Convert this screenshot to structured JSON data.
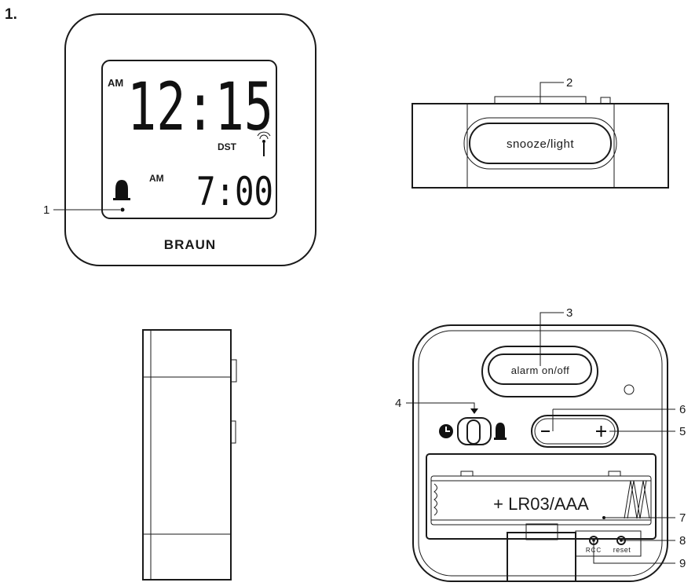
{
  "figure_number": "1.",
  "front": {
    "time_ampm": "AM",
    "time": "12:15",
    "dst": "DST",
    "alarm_ampm": "AM",
    "alarm_time": "7:00",
    "brand": "BRAUN"
  },
  "top": {
    "button_label": "snooze/light"
  },
  "back": {
    "alarm_switch_label": "alarm on/off",
    "battery_label": "+ LR03/AAA",
    "rcc_label": "RCC",
    "reset_label": "reset"
  },
  "callouts": [
    "1",
    "2",
    "3",
    "4",
    "5",
    "6",
    "7",
    "8",
    "9"
  ],
  "icons": {
    "alarm": "bell-icon",
    "clock": "clock-icon",
    "radio": "radio-signal-icon",
    "arrow": "triangle-down-icon"
  }
}
